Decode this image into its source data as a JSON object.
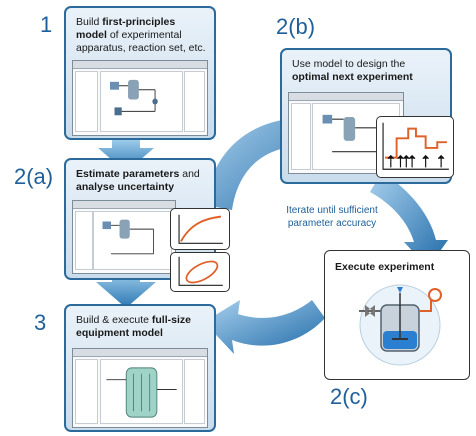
{
  "steps": [
    {
      "num": "1",
      "pre": "Build ",
      "bold": "first-principles model",
      "post": " of experimental apparatus, reaction set, etc."
    },
    {
      "num": "2(a)",
      "pre": "",
      "bold": "Estimate parameters",
      "mid": " and ",
      "bold2": "analyse uncertainty",
      "post": ""
    },
    {
      "num": "3",
      "pre": "Build & execute ",
      "bold": "full-size equipment model",
      "post": ""
    },
    {
      "num": "2(b)",
      "pre": "Use model to design the ",
      "bold": "optimal next experiment",
      "post": ""
    },
    {
      "num": "2(c)",
      "bold": "Execute experiment"
    }
  ],
  "cycle_label": "Iterate until sufficient parameter accuracy",
  "colors": {
    "arrow": "#2f7db8",
    "arrow_light": "#8fc0e3",
    "card_border": "#2b6a9a",
    "step_num": "#1f5f9a",
    "accent": "#e0602a"
  }
}
